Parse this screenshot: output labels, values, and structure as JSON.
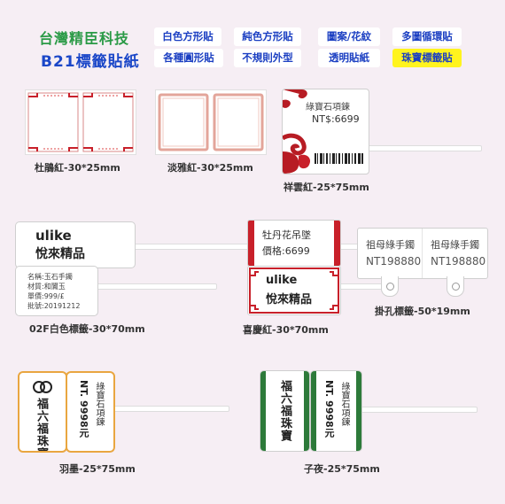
{
  "header": {
    "company": "台灣精臣科技",
    "product": "B21標籤貼紙",
    "tags": [
      "白色方形貼",
      "純色方形貼",
      "圖案/花紋",
      "多圖循環貼",
      "各種圓形貼",
      "不規則外型",
      "透明貼紙",
      "珠寶標籤貼"
    ],
    "highlight_color": "#fff41e"
  },
  "samples": {
    "dujuan": {
      "caption": "杜鵑紅-30*25mm"
    },
    "danya": {
      "caption": "淡雅紅-30*25mm"
    },
    "xiangyun": {
      "caption": "祥雲紅-25*75mm",
      "name": "綠寶石項鍊",
      "price": "NT$:6699"
    },
    "white02f": {
      "caption": "02F白色標籤-30*70mm",
      "brand": "ulike",
      "store": "悅來精品",
      "lines": [
        "名稱:玉石手鐲",
        "材質:和闐玉",
        "單價:999/£",
        "批號:20191212"
      ]
    },
    "xiqing": {
      "caption": "喜慶紅-30*70mm",
      "name": "牡丹花吊墜",
      "price": "價格:6699",
      "brand": "ulike",
      "store": "悅來精品"
    },
    "guakong": {
      "caption": "掛孔標籤-50*19mm",
      "name1": "祖母綠手鐲",
      "code1": "NT198880",
      "name2": "祖母綠手鐲",
      "code2": "NT198880"
    },
    "yumo": {
      "caption": "羽墨-25*75mm",
      "brand": "福六福珠寶",
      "name": "綠寶石項鍊",
      "price": "NT. 9998元"
    },
    "ziye": {
      "caption": "子夜-25*75mm",
      "brand": "福六福珠寶",
      "name": "綠寶石項鍊",
      "price": "NT. 9998元"
    }
  }
}
